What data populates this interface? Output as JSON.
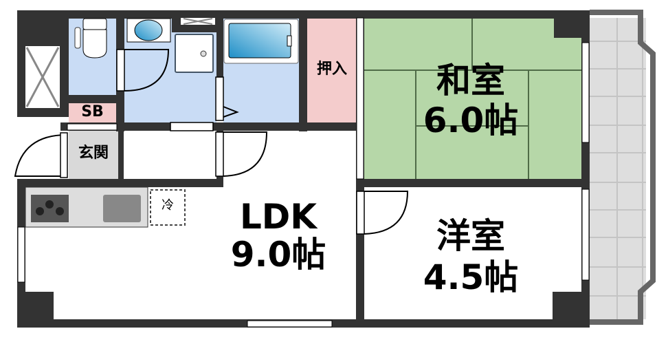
{
  "floorplan": {
    "rooms": {
      "ldk": {
        "name": "LDK",
        "size": "9.0帖"
      },
      "washitsu": {
        "name": "和室",
        "size": "6.0帖"
      },
      "youshitsu": {
        "name": "洋室",
        "size": "4.5帖"
      },
      "oshiire": {
        "name": "押入"
      },
      "genkan": {
        "name": "玄関"
      },
      "shoebox": {
        "name": "SB"
      },
      "refrigerator": {
        "name": "冷"
      }
    },
    "colors": {
      "wall": "#333333",
      "wet_area": "#c9dcf5",
      "tatami": "#b6d7a8",
      "closet": "#f4cccc",
      "entrance": "#d9d9d9",
      "balcony": "#dedede",
      "balcony_rail": "#666666"
    }
  }
}
